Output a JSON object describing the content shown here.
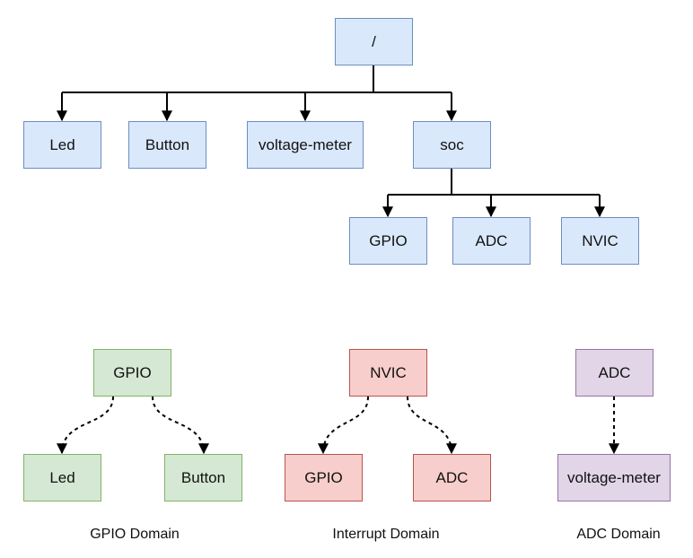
{
  "colors": {
    "blue_fill": "#dae8fc",
    "blue_stroke": "#6c8ebf",
    "green_fill": "#d5e8d4",
    "green_stroke": "#82b366",
    "red_fill": "#f8cecc",
    "red_stroke": "#b85450",
    "purple_fill": "#e1d5e7",
    "purple_stroke": "#9673a6",
    "edge": "#000000"
  },
  "tree": {
    "root": "/",
    "level1": [
      "Led",
      "Button",
      "voltage-meter",
      "soc"
    ],
    "soc_children": [
      "GPIO",
      "ADC",
      "NVIC"
    ]
  },
  "domains": {
    "gpio": {
      "parent": "GPIO",
      "children": [
        "Led",
        "Button"
      ],
      "caption": "GPIO Domain"
    },
    "interrupt": {
      "parent": "NVIC",
      "children": [
        "GPIO",
        "ADC"
      ],
      "caption": "Interrupt Domain"
    },
    "adc": {
      "parent": "ADC",
      "children": [
        "voltage-meter"
      ],
      "caption": "ADC Domain"
    }
  }
}
